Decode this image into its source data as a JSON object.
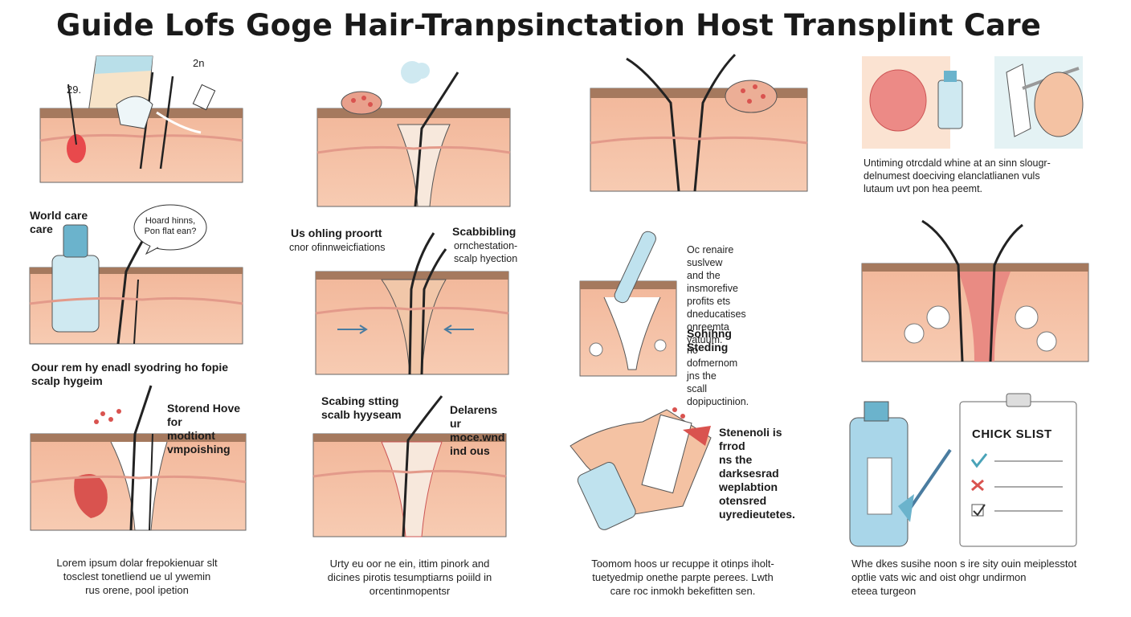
{
  "title": "Guide Lofs Goge Hair-Tranpsinctation Host Transplint Care",
  "row1": {
    "p1_num_a": "29.",
    "p1_num_b": "2n",
    "p4_caption": "Untiming otrcdald whine at an sinn slougr-\ndelnumest doeciving elanclatlianen vuls\nlutaum uvt pon hea peemt."
  },
  "row2": {
    "p1_heading": "World care\ncare",
    "p1_bubble": "Hoard hinns,\nPon flat ean?",
    "p1_caption_bold": "Oour rem hy enadl syodring ho fopie\nscalp hygeim",
    "p2_left_heading": "Us ohling proortt",
    "p2_left_sub": "cnor ofinnweicfiations",
    "p2_right_heading": "Scabbibling",
    "p2_right_sub": "ornchestation-\nscalp hyection",
    "p3_text1": "Oc renaire suslvew\nand the insmorefive\nprofits ets dneducatises\nonreemta yatuum.",
    "p3_heading2": "Sohihng Steding",
    "p3_text2": "no dofmernom jns the\nscall dopipuctinion."
  },
  "row3": {
    "p1_heading": "Storend Hove for\nmodtiont vmpoishing",
    "p1_caption": "Lorem ipsum dolar frepokienuar slt\ntosclest tonetliend ue ul ywemin\nrus orene, pool ipetion",
    "p2_heading": "Scabing stting\nscalb hyyseam",
    "p2_right": "Delarens ur\nmoce.wnd ind ous",
    "p2_caption": "Urty eu oor ne ein, ittim pinork and\ndicines pirotis tesumptiarns poiild in\norcentinmopentsr",
    "p3_heading": "Stenenoli is frrod\nns the darksesrad\nweplabtion otensred\nuyredieutetes.",
    "p3_caption": "Toomom hoos ur recuppe it otinps iholt-\ntuetyedmip onethe parpte perees. Lwth\ncare roc inmokh bekefitten sen.",
    "p4_checklist": "CHICK SLIST",
    "p4_caption": "Whe dkes susihe noon s ire sity ouin meiplesstot\noptlie vats wic and oist ohgr undirmon\neteea turgeon"
  },
  "colors": {
    "skin": "#f4c2a3",
    "skin_dark": "#e8a585",
    "scalp_top": "#a5795e",
    "dots": "#d9534f",
    "bottle": "#9fd0e6",
    "check_green": "#4aa3b8",
    "check_red": "#d9534f"
  }
}
